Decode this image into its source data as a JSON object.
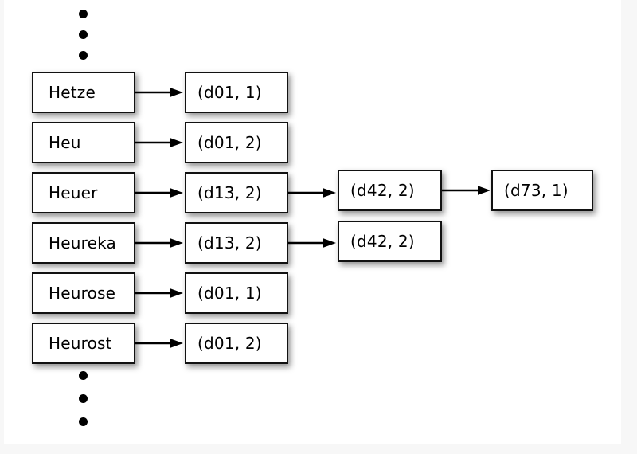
{
  "diagram": {
    "title": "inverted-index-postings-diagram",
    "background_color": "#f7f7f7",
    "canvas_color": "#ffffff",
    "box_fill": "#ffffff",
    "box_border_color": "#111111",
    "text_color": "#000000",
    "dictionary_terms": [
      {
        "label": "Hetze"
      },
      {
        "label": "Heu"
      },
      {
        "label": "Heuer"
      },
      {
        "label": "Heureka"
      },
      {
        "label": "Heurose"
      },
      {
        "label": "Heurost"
      }
    ],
    "first_postings": [
      {
        "label": "(d01, 1)"
      },
      {
        "label": "(d01, 2)"
      },
      {
        "label": "(d13, 2)"
      },
      {
        "label": "(d13, 2)"
      },
      {
        "label": "(d01, 1)"
      },
      {
        "label": "(d01, 2)"
      }
    ],
    "second_postings": [
      {
        "label": "(d42, 2)"
      },
      {
        "label": "(d42, 2)"
      }
    ],
    "third_postings": [
      {
        "label": "(d73, 1)"
      }
    ],
    "ellipsis_top": [
      "dot",
      "dot",
      "dot"
    ],
    "ellipsis_bottom": [
      "dot",
      "dot",
      "dot"
    ]
  }
}
